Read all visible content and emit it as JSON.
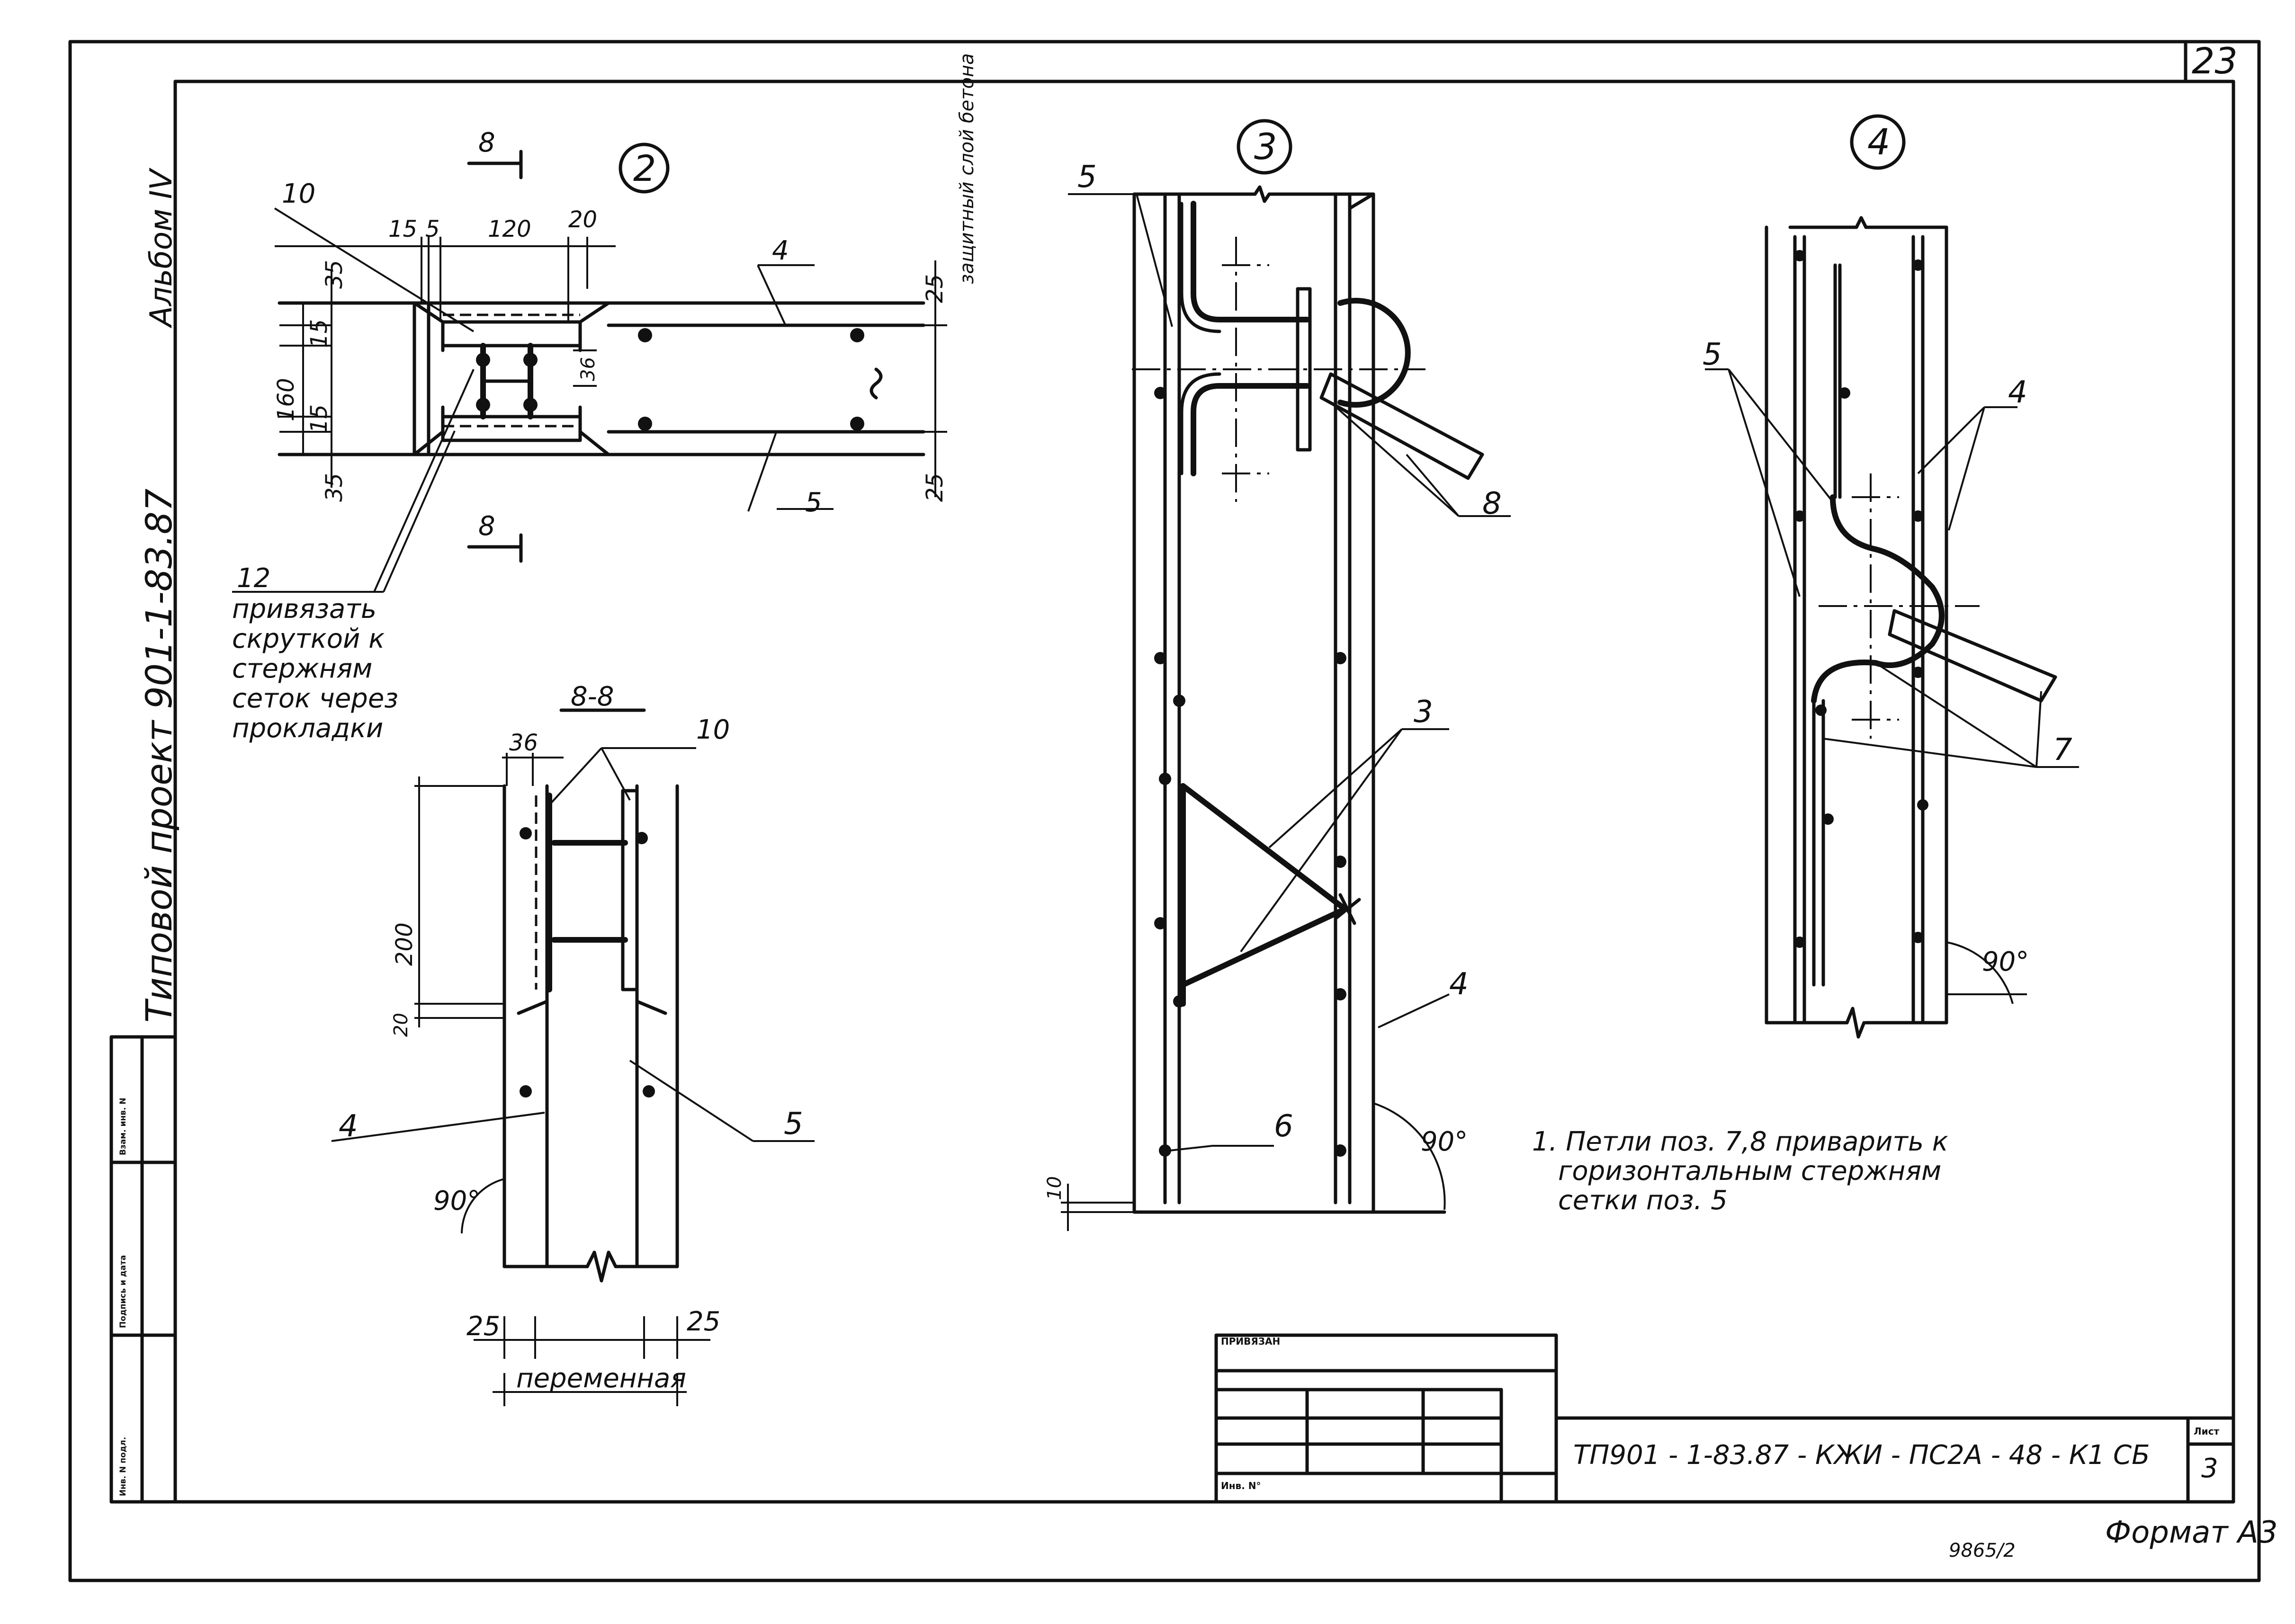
{
  "sheet": {
    "page_number": "23",
    "album": "Альбом IV",
    "project": "Типовой проект 901-1-83.87",
    "format": "Формат А3",
    "archive_number": "9865/2"
  },
  "side_stamp": {
    "cells": [
      "Взам. инв. N",
      "Подпись и дата",
      "Инв. N подл."
    ]
  },
  "title_block": {
    "code": "ТП901 - 1-83.87 - КЖИ - ПС2А - 48 - К1 СБ",
    "sheet_label": "Лист",
    "sheet_no": "3",
    "bound_label": "ПРИВЯЗАН",
    "inv_label": "Инв. N°"
  },
  "node2": {
    "marker": "2",
    "section_marks": [
      "8",
      "8"
    ],
    "dims_top": [
      "15",
      "5",
      "120",
      "20"
    ],
    "dims_left": [
      "35",
      "15",
      "160",
      "15",
      "35"
    ],
    "dim_36": "36",
    "dims_right": [
      "25",
      "25"
    ],
    "protective_layer": "защитный слой бетона",
    "positions": [
      "10",
      "4",
      "5",
      "12"
    ],
    "note": [
      "привязать",
      "скруткой к",
      "стержням",
      "сеток через",
      "прокладки"
    ]
  },
  "section88": {
    "title": "8-8",
    "dims": [
      "36",
      "200",
      "20",
      "25",
      "25"
    ],
    "variable": "переменная",
    "angle": "90°",
    "positions": [
      "10",
      "4",
      "5"
    ]
  },
  "node3": {
    "marker": "3",
    "positions": [
      "5",
      "8",
      "3",
      "4",
      "6"
    ],
    "dim_10": "10",
    "angle": "90°"
  },
  "node4": {
    "marker": "4",
    "positions": [
      "5",
      "4",
      "7"
    ],
    "angle": "90°"
  },
  "notes": [
    "1. Петли поз. 7,8 приварить к",
    "горизонтальным стержням",
    "сетки поз. 5"
  ]
}
